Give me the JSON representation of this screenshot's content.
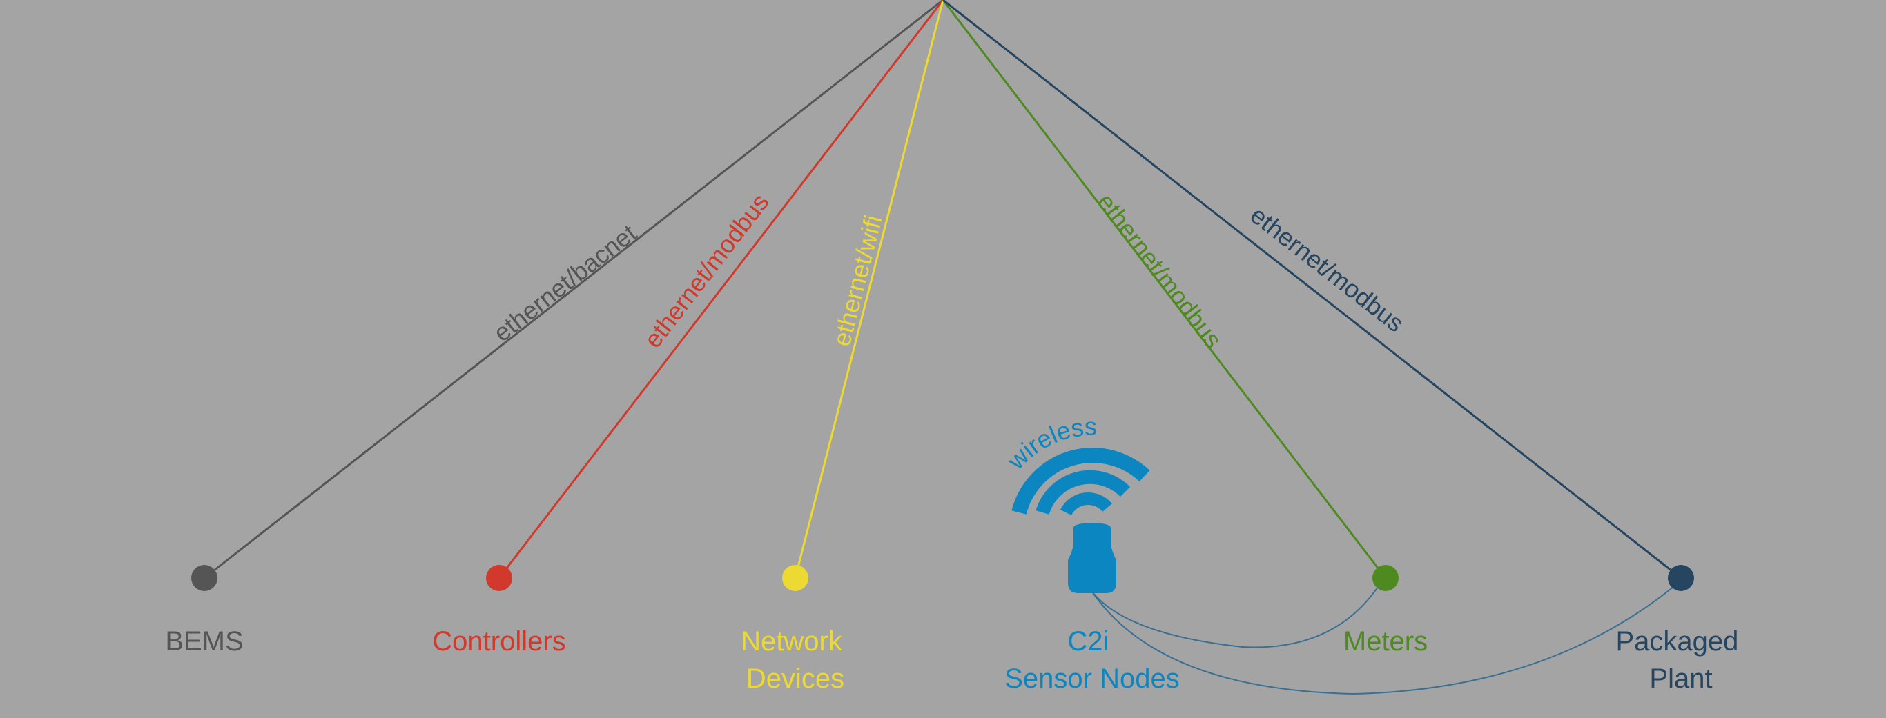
{
  "colors": {
    "background": "#a4a4a4",
    "bems": "#555555",
    "controllers": "#d0392b",
    "network_devices": "#ecd932",
    "c2i": "#0c86c0",
    "meters": "#4e8a1f",
    "packaged_plant": "#254560"
  },
  "edges": {
    "bems": "ethernet/bacnet",
    "controllers": "ethernet/modbus",
    "network_devices": "ethernet/wifi",
    "meters": "ethernet/modbus",
    "packaged_plant": "ethernet/modbus"
  },
  "nodes": {
    "bems": {
      "line1": "BEMS"
    },
    "controllers": {
      "line1": "Controllers"
    },
    "network_devices": {
      "line1": "Network",
      "line2": "Devices"
    },
    "c2i": {
      "line1": "C2i",
      "line2": "Sensor Nodes"
    },
    "meters": {
      "line1": "Meters"
    },
    "packaged_plant": {
      "line1": "Packaged",
      "line2": "Plant"
    }
  },
  "wireless": {
    "label": "wireless",
    "icon": "wifi-icon",
    "device_icon": "sensor-node-icon"
  }
}
